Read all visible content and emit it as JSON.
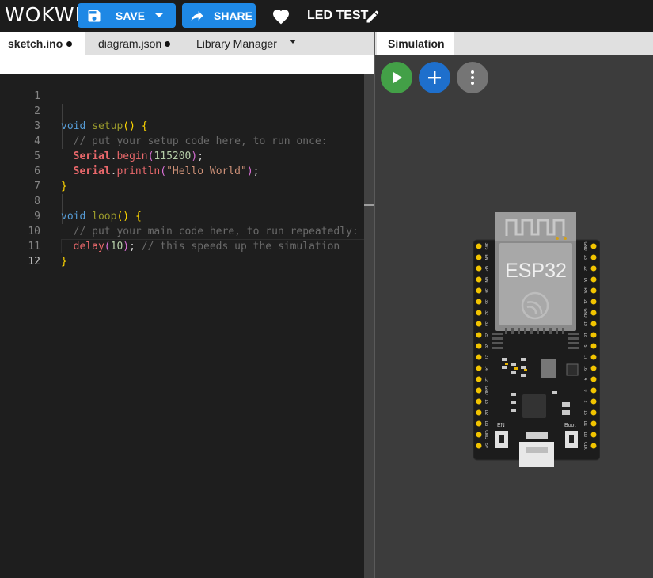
{
  "app": {
    "logo": "WOKWI",
    "project_title": "LED TEST"
  },
  "toolbar": {
    "save_label": "SAVE",
    "share_label": "SHARE"
  },
  "editor_tabs": [
    {
      "label": "sketch.ino",
      "unsaved": true,
      "active": true
    },
    {
      "label": "diagram.json",
      "unsaved": true,
      "active": false
    },
    {
      "label": "Library Manager",
      "active": false
    }
  ],
  "code": {
    "line_numbers": [
      "1",
      "2",
      "3",
      "4",
      "5",
      "6",
      "7",
      "8",
      "9",
      "10",
      "11",
      "12"
    ],
    "current_line": 12,
    "lines": [
      "",
      "void setup() {",
      "  // put your setup code here, to run once:",
      "  Serial.begin(115200);",
      "  Serial.println(\"Hello World\");",
      "}",
      "",
      "void loop() {",
      "  // put your main code here, to run repeatedly:",
      "  delay(10); // this speeds up the simulation",
      "}",
      ""
    ]
  },
  "simulation": {
    "tab_label": "Simulation",
    "controls": [
      {
        "name": "play",
        "color": "#43a047"
      },
      {
        "name": "add-part",
        "color": "#1e6fcc"
      },
      {
        "name": "more",
        "color": "#757575"
      }
    ],
    "board": {
      "module_label": "ESP32",
      "en_label": "EN",
      "boot_label": "Boot",
      "left_pins": [
        "3V3",
        "EN",
        "VP",
        "VN",
        "34",
        "35",
        "32",
        "33",
        "25",
        "26",
        "27",
        "14",
        "12",
        "GND",
        "13",
        "D2",
        "D3",
        "CMD",
        "5V"
      ],
      "right_pins": [
        "GND",
        "23",
        "22",
        "TX",
        "RX",
        "21",
        "GND",
        "19",
        "18",
        "5",
        "17",
        "16",
        "4",
        "0",
        "2",
        "15",
        "D1",
        "D0",
        "CLK"
      ]
    }
  },
  "colors": {
    "accent": "#1e88e5",
    "play": "#43a047",
    "editor_bg": "#1e1e1e",
    "sim_bg": "#3c3c3c"
  }
}
